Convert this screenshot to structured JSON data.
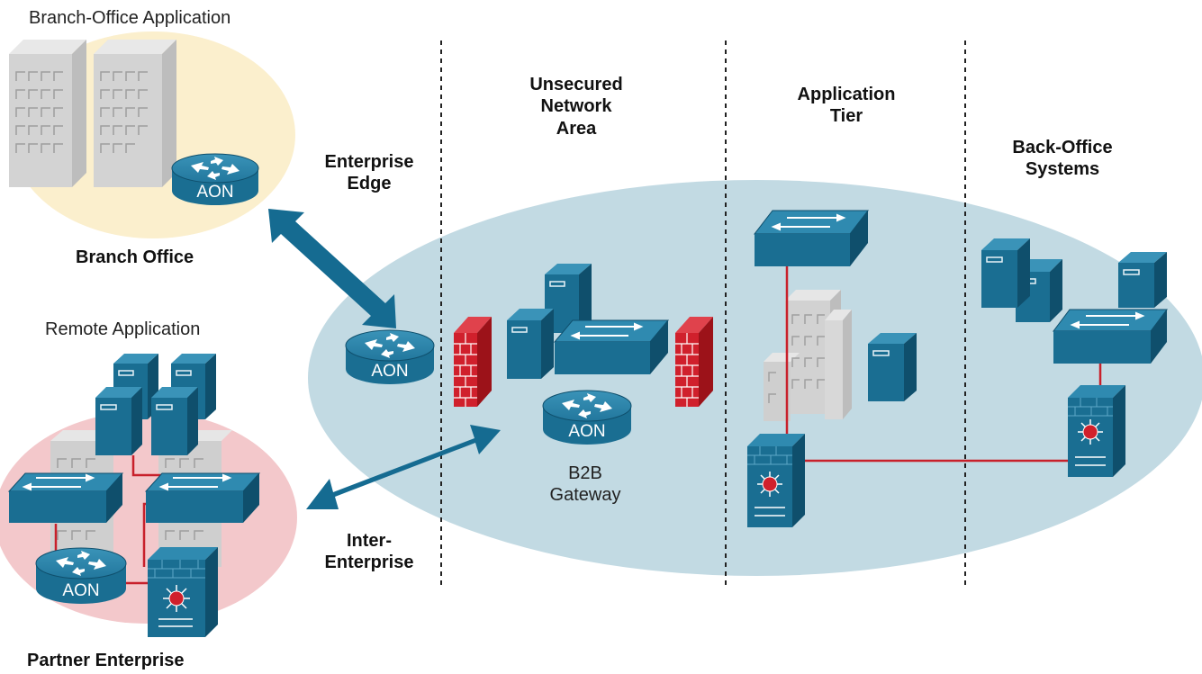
{
  "labels": {
    "branch_office_application": "Branch-Office Application",
    "branch_office": "Branch Office",
    "remote_application": "Remote Application",
    "partner_enterprise": "Partner Enterprise",
    "enterprise_edge": "Enterprise\nEdge",
    "inter_enterprise": "Inter-\nEnterprise",
    "unsecured_network_area": "Unsecured\nNetwork\nArea",
    "application_tier": "Application\nTier",
    "back_office_systems": "Back-Office\nSystems",
    "b2b_gateway": "B2B\nGateway"
  },
  "router_label": "AON",
  "colors": {
    "device_blue": "#1a6e92",
    "device_blue_light": "#2f8ab0",
    "device_blue_dark": "#0f4f6c",
    "arrow_blue": "#156b91",
    "zone_ellipse": "#c2dae3",
    "branch_ellipse": "#fbefcd",
    "partner_ellipse": "#f3c8cb",
    "firewall_red": "#d0202c",
    "link_red": "#c8202b",
    "building_gray": "#d2d2d2"
  },
  "icons": [
    "building-icon",
    "router-icon",
    "switch-icon",
    "server-icon",
    "firewall-icon",
    "multilayer-switch-icon",
    "bidirectional-arrow-icon"
  ]
}
